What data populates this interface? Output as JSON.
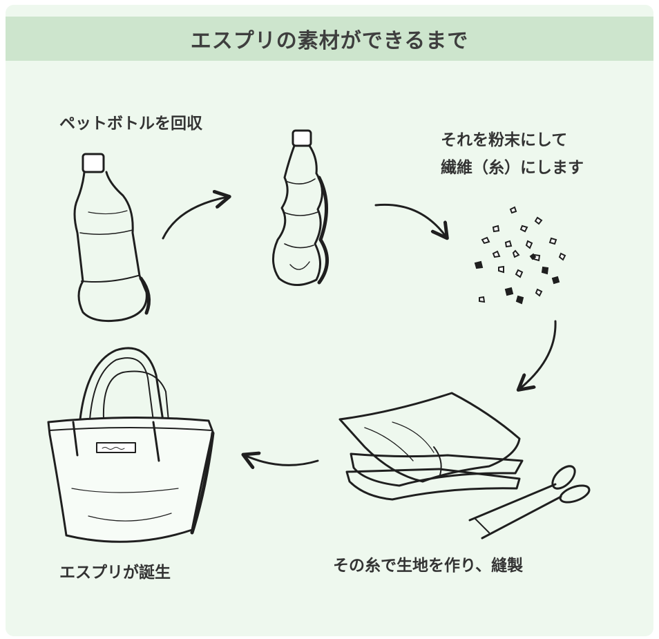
{
  "header": {
    "title": "エスプリの素材ができるまで"
  },
  "steps": {
    "collect": {
      "label": "ペットボトルを回収"
    },
    "powder": {
      "line1": "それを粉末にして",
      "line2": "繊維（糸）にします"
    },
    "sew": {
      "label": "その糸で生地を作り、縫製"
    },
    "born": {
      "label": "エスプリが誕生"
    }
  },
  "colors": {
    "card_bg": "#eef8ee",
    "header_bg": "#cde5cd",
    "title_text": "#3e3e3e",
    "ink": "#1f1f1f"
  },
  "icons": [
    "pet-bottle-icon",
    "crushed-bottle-icon",
    "flakes-icon",
    "fabric-sheets-icon",
    "scissors-icon",
    "tote-bag-icon"
  ]
}
